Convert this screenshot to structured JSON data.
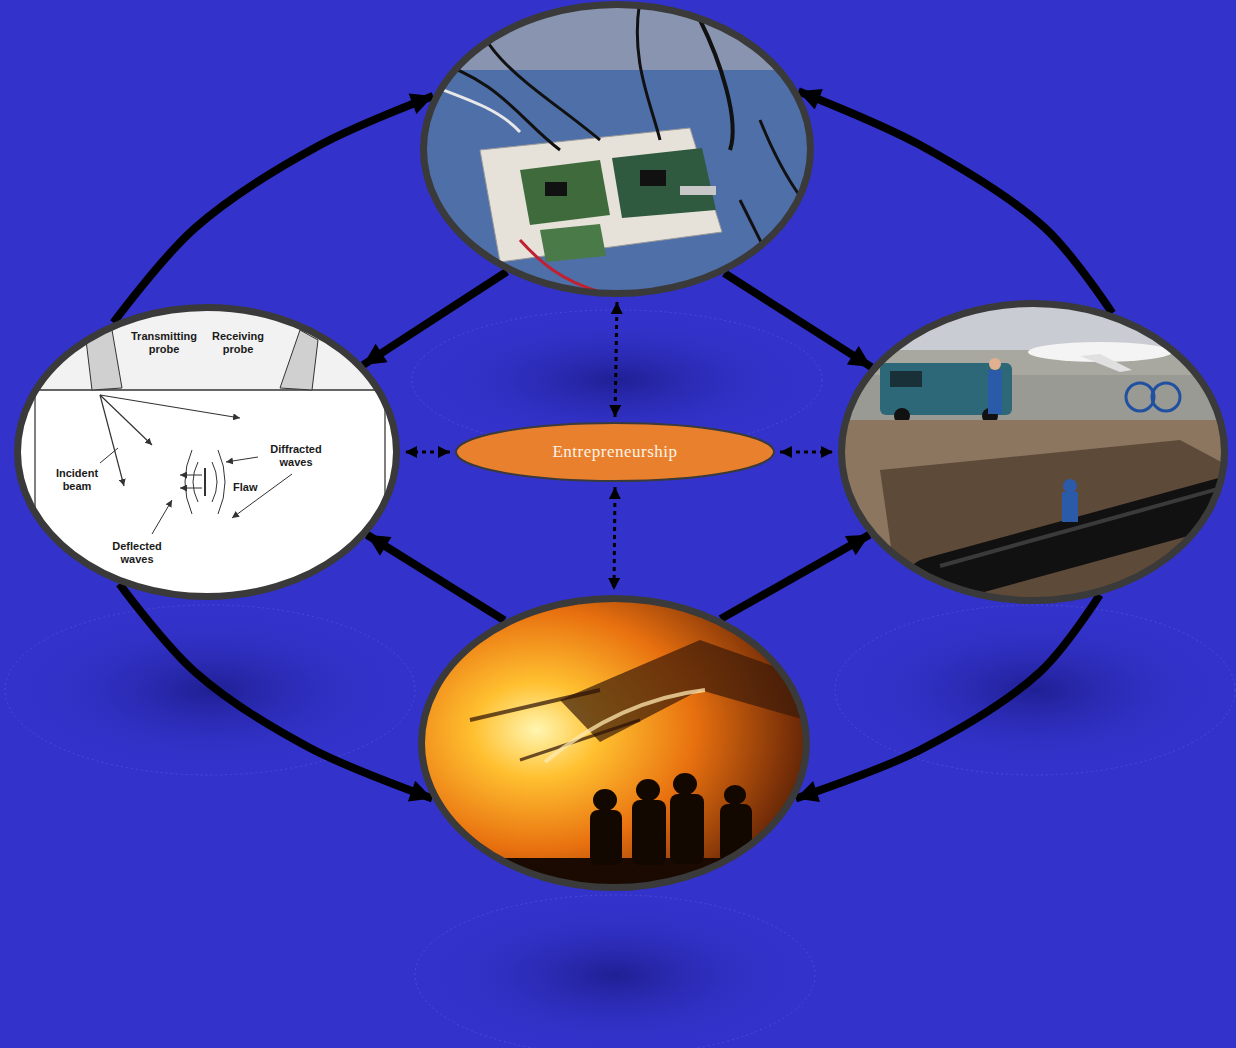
{
  "diagram": {
    "nodes": [
      {
        "text": []
      },
      {
        "text": [
          "Transmitting probe",
          "Receiving probe",
          "Incident beam",
          "Diffracted waves",
          "Flaw",
          "Deflected waves"
        ]
      },
      {
        "text": [
          "Entrepreneurship"
        ]
      },
      {
        "text": []
      },
      {
        "text": []
      }
    ],
    "edges": [
      {
        "from": 1,
        "to": 0,
        "arrow": "to"
      },
      {
        "from": 3,
        "to": 0,
        "arrow": "to"
      },
      {
        "from": 0,
        "to": 1,
        "arrow": "to"
      },
      {
        "from": 0,
        "to": 3,
        "arrow": "to"
      },
      {
        "from": 2,
        "to": 0,
        "arrow": "both"
      },
      {
        "from": 2,
        "to": 1,
        "arrow": "both"
      },
      {
        "from": 2,
        "to": 3,
        "arrow": "both"
      },
      {
        "from": 2,
        "to": 4,
        "arrow": "both"
      },
      {
        "from": 4,
        "to": 1,
        "arrow": "to"
      },
      {
        "from": 4,
        "to": 3,
        "arrow": "to"
      },
      {
        "from": 1,
        "to": 4,
        "arrow": "to"
      },
      {
        "from": 3,
        "to": 4,
        "arrow": "to"
      }
    ]
  }
}
